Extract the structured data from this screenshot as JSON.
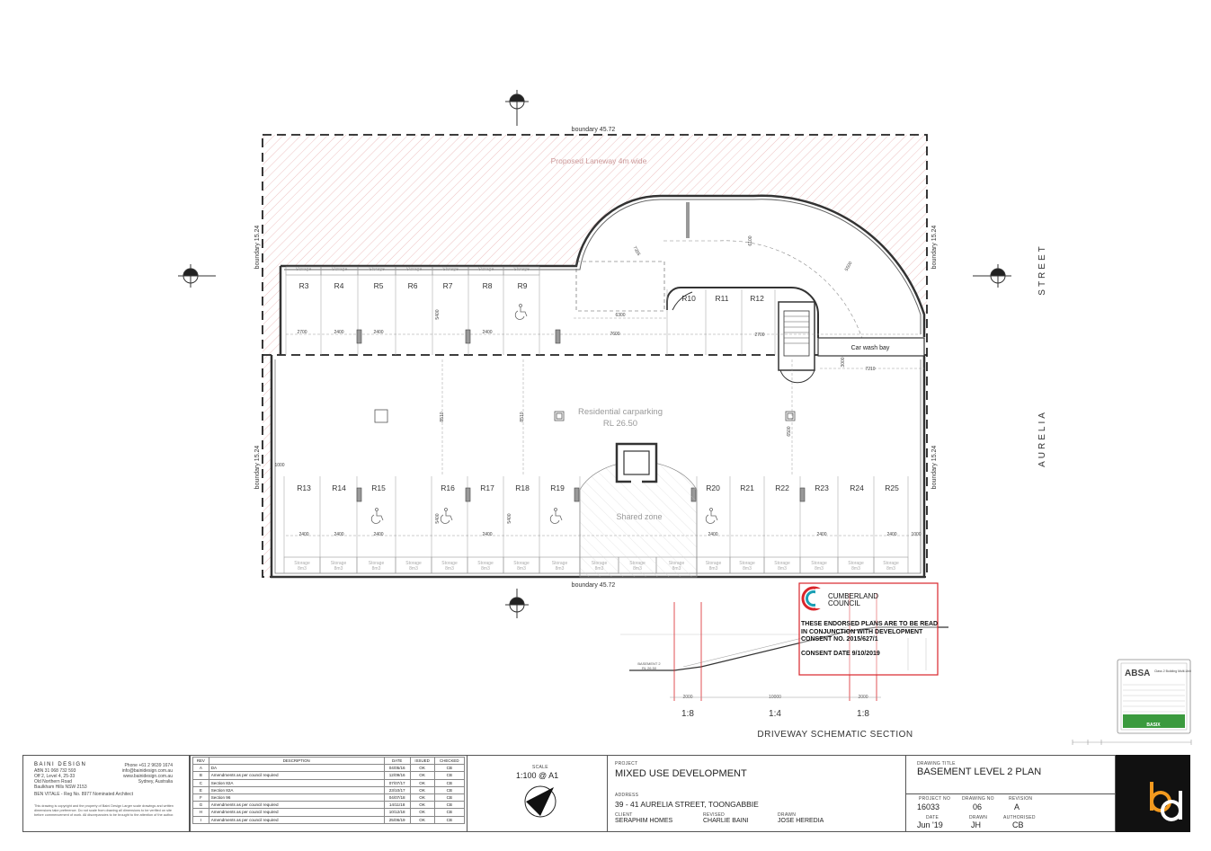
{
  "site": {
    "boundary_top": "boundary 45.72",
    "boundary_bottom": "boundary 45.72",
    "boundary_left_upper": "boundary 15.24",
    "boundary_left_lower": "boundary 15.24",
    "boundary_right_upper": "boundary 15.24",
    "boundary_right_lower": "boundary 15.24",
    "laneway": "Proposed Laneway 4m wide",
    "street_upper": "STREET",
    "street_lower": "AURELIA"
  },
  "areas": {
    "carpark_title": "Residential carparking",
    "carpark_rl": "RL 26.50",
    "shared_zone": "Shared zone",
    "car_wash": "Car wash bay"
  },
  "spaces": {
    "top_row": [
      "R3",
      "R4",
      "R5",
      "R6",
      "R7",
      "R8",
      "R9"
    ],
    "mid_row": [
      "R10",
      "R11",
      "R12"
    ],
    "bottom_row": [
      "R13",
      "R14",
      "R15",
      "R16",
      "R17",
      "R18",
      "R19",
      "R20",
      "R21",
      "R22",
      "R23",
      "R24",
      "R25"
    ]
  },
  "storage": {
    "label": "Storage",
    "area": "8m3"
  },
  "dimensions": {
    "d2700a": "2700",
    "d2400a": "2400",
    "d2400b": "2400",
    "d2400c": "2400",
    "d5400a": "5400",
    "d6300": "6300",
    "d7600": "7600",
    "d2700b": "2700",
    "d3000": "3000",
    "d7210": "7210",
    "d8510a": "8510",
    "d8510b": "8510",
    "d6500": "6500",
    "d1000a": "1000",
    "d1000b": "1000",
    "d6100": "6100",
    "d5500": "5500",
    "d7355": "7355",
    "b2400": [
      "2400",
      "2400",
      "2400",
      "2400",
      "2400",
      "2400",
      "2400"
    ],
    "d5400b": "5400",
    "d5400c": "5400"
  },
  "section": {
    "title": "DRIVEWAY  SCHEMATIC  SECTION",
    "grade1": "1:8",
    "grade2": "1:4",
    "grade3": "1:8",
    "dim1": "2000",
    "dim2": "10000",
    "dim3": "2000",
    "basement_label": "BASEMENT 2",
    "basement_rl": "RL 26.50"
  },
  "stamp": {
    "council1": "CUMBERLAND",
    "council2": "COUNCIL",
    "line1": "THESE ENDORSED PLANS ARE TO BE READ",
    "line2": "IN CONJUNCTION WITH DEVELOPMENT",
    "line3": "CONSENT NO. 2015/627/1",
    "line4": "CONSENT DATE 9/10/2019",
    "color": "#d9262b"
  },
  "absa": {
    "brand": "ABSA",
    "sub": "Class 2 Building Multi-Unit",
    "basix": "BASIX"
  },
  "firm": {
    "name": "BAINI DESIGN",
    "abn": "ABN  31 068 732 593",
    "addr1": "Off 2, Level 4, 25-33",
    "addr2": "Old Northern Road",
    "addr3": "Baulkham Hills  NSW 2153",
    "architect": "BEN VITALE - Reg No. 8977 Nominated Architect",
    "phone": "Phone +61 2 9639 1674",
    "email": "info@bainidesign.com.au",
    "web": "www.bainidesign.com.au",
    "city": "Sydney, Australia",
    "disclaimer": "This drawing is copyright and the property of Baini Design Larger scale drawings and written dimensions take preference. Do not scale from drawing all dimensions to be verified on site before commencement of work. All discrepancies to be brought to the attention of the author."
  },
  "revisions": {
    "headers": [
      "REV",
      "DESCRIPTION",
      "DATE",
      "ISSUED",
      "CHECKED"
    ],
    "rows": [
      [
        "A",
        "DA",
        "04/05/16",
        "OK",
        "CB"
      ],
      [
        "B",
        "Amendments as per council required",
        "12/09/16",
        "OK",
        "CB"
      ],
      [
        "C",
        "Section 82A",
        "07/07/17",
        "OK",
        "CB"
      ],
      [
        "E",
        "Section 82A",
        "23/10/17",
        "OK",
        "CB"
      ],
      [
        "F",
        "Section 96",
        "04/07/18",
        "OK",
        "CB"
      ],
      [
        "G",
        "Amendments as per council required",
        "14/11/18",
        "OK",
        "CB"
      ],
      [
        "H",
        "Amendments as per council required",
        "10/12/18",
        "OK",
        "CB"
      ],
      [
        "I",
        "Amendments as per council required",
        "25/06/19",
        "OK",
        "CB"
      ]
    ]
  },
  "scale": {
    "label": "SCALE",
    "value": "1:100 @ A1"
  },
  "project": {
    "label": "PROJECT",
    "name": "MIXED USE DEVELOPMENT",
    "address_label": "ADDRESS",
    "address": "39 - 41 AURELIA STREET, TOONGABBIE",
    "client_label": "CLIENT",
    "client": "SERAPHIM HOMES",
    "revised_label": "REVISED",
    "revised": "CHARLIE BAINI",
    "drawn_label": "DRAWN",
    "drawn": "JOSE HEREDIA"
  },
  "drawing": {
    "title_label": "DRAWING TITLE",
    "title": "BASEMENT LEVEL 2 PLAN",
    "project_no_label": "PROJECT NO",
    "project_no": "16033",
    "drawing_no_label": "DRAWING NO",
    "drawing_no": "06",
    "revision_label": "REVISION",
    "revision": "A",
    "date_label": "DATE",
    "date": "Jun '19",
    "drawn_label": "DRAWN",
    "drawn": "JH",
    "authorised_label": "AUTHORISED",
    "authorised": "CB"
  },
  "logo": {
    "text": "bd",
    "accent": "#f39a1f",
    "background": "#111111"
  }
}
